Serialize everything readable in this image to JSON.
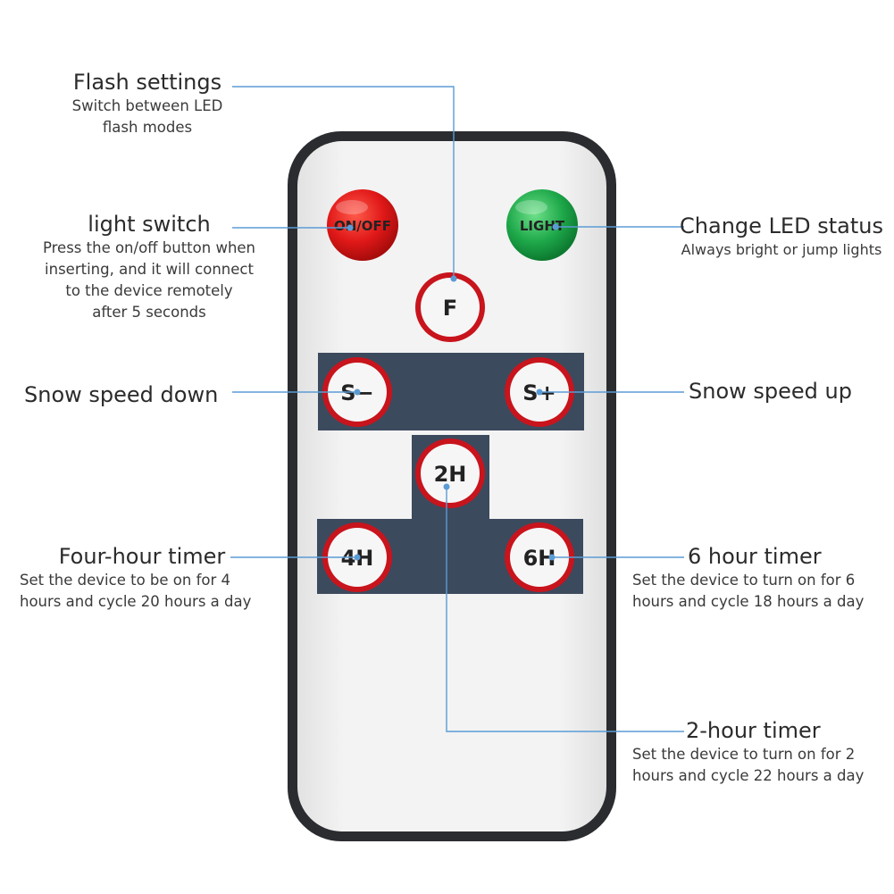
{
  "remote": {
    "buttons": {
      "onoff": "ON/OFF",
      "light": "LIGHT",
      "flash": "F",
      "speed_down": "S−",
      "speed_up": "S+",
      "timer_2h": "2H",
      "timer_4h": "4H",
      "timer_6h": "6H"
    },
    "colors": {
      "body": "#ececec",
      "outline": "#2a2c30",
      "panel": "#3c4a5e",
      "ring": "#c8141c",
      "onoff": "#e01818",
      "light": "#1ea84a",
      "leader": "#5b9bd5"
    }
  },
  "callouts": {
    "flash": {
      "title": "Flash settings",
      "desc": "Switch between LED\nflash modes"
    },
    "light_switch": {
      "title": "light switch",
      "desc": "Press the on/off button when\ninserting, and it will connect\nto the device remotely\nafter 5 seconds"
    },
    "change_led": {
      "title": "Change LED status",
      "desc": "Always bright or jump lights"
    },
    "speed_down": {
      "title": "Snow speed down"
    },
    "speed_up": {
      "title": "Snow speed up"
    },
    "four_hour": {
      "title": "Four-hour timer",
      "desc": "Set the device to be on for 4\nhours and cycle 20 hours a day"
    },
    "six_hour": {
      "title": "6 hour timer",
      "desc": "Set the device to turn on for 6\nhours and cycle 18 hours a day"
    },
    "two_hour": {
      "title": "2-hour timer",
      "desc": "Set the device to turn on for 2\nhours and cycle 22 hours a day"
    }
  }
}
